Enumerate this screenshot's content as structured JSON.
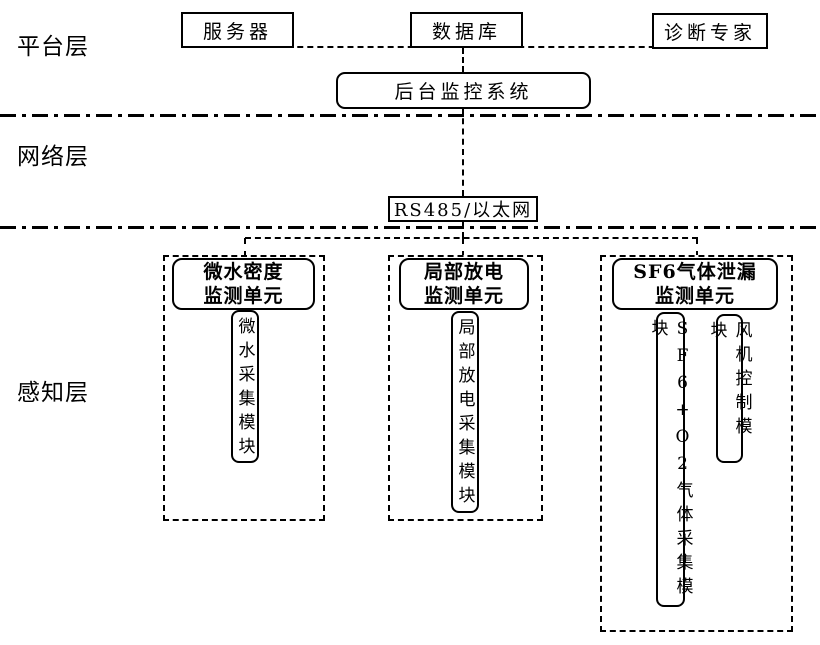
{
  "diagram": {
    "layers": [
      {
        "label": "平台层"
      },
      {
        "label": "网络层"
      },
      {
        "label": "感知层"
      }
    ],
    "platform": {
      "server": "服务器",
      "database": "数据库",
      "expert": "诊断专家",
      "backend": "后台监控系统"
    },
    "network": {
      "bus": "RS485/以太网"
    },
    "perception": {
      "units": [
        {
          "title1": "微水密度",
          "title2": "监测单元",
          "module1": "微水采集模块"
        },
        {
          "title1": "局部放电",
          "title2": "监测单元",
          "module1": "局部放电采集模块"
        },
        {
          "title1": "SF6气体泄漏",
          "title2": "监测单元",
          "module1": "SF6+O2气体采集模块",
          "module2": "风机控制模块"
        }
      ]
    },
    "colors": {
      "line": "#000000",
      "background": "#ffffff"
    }
  }
}
